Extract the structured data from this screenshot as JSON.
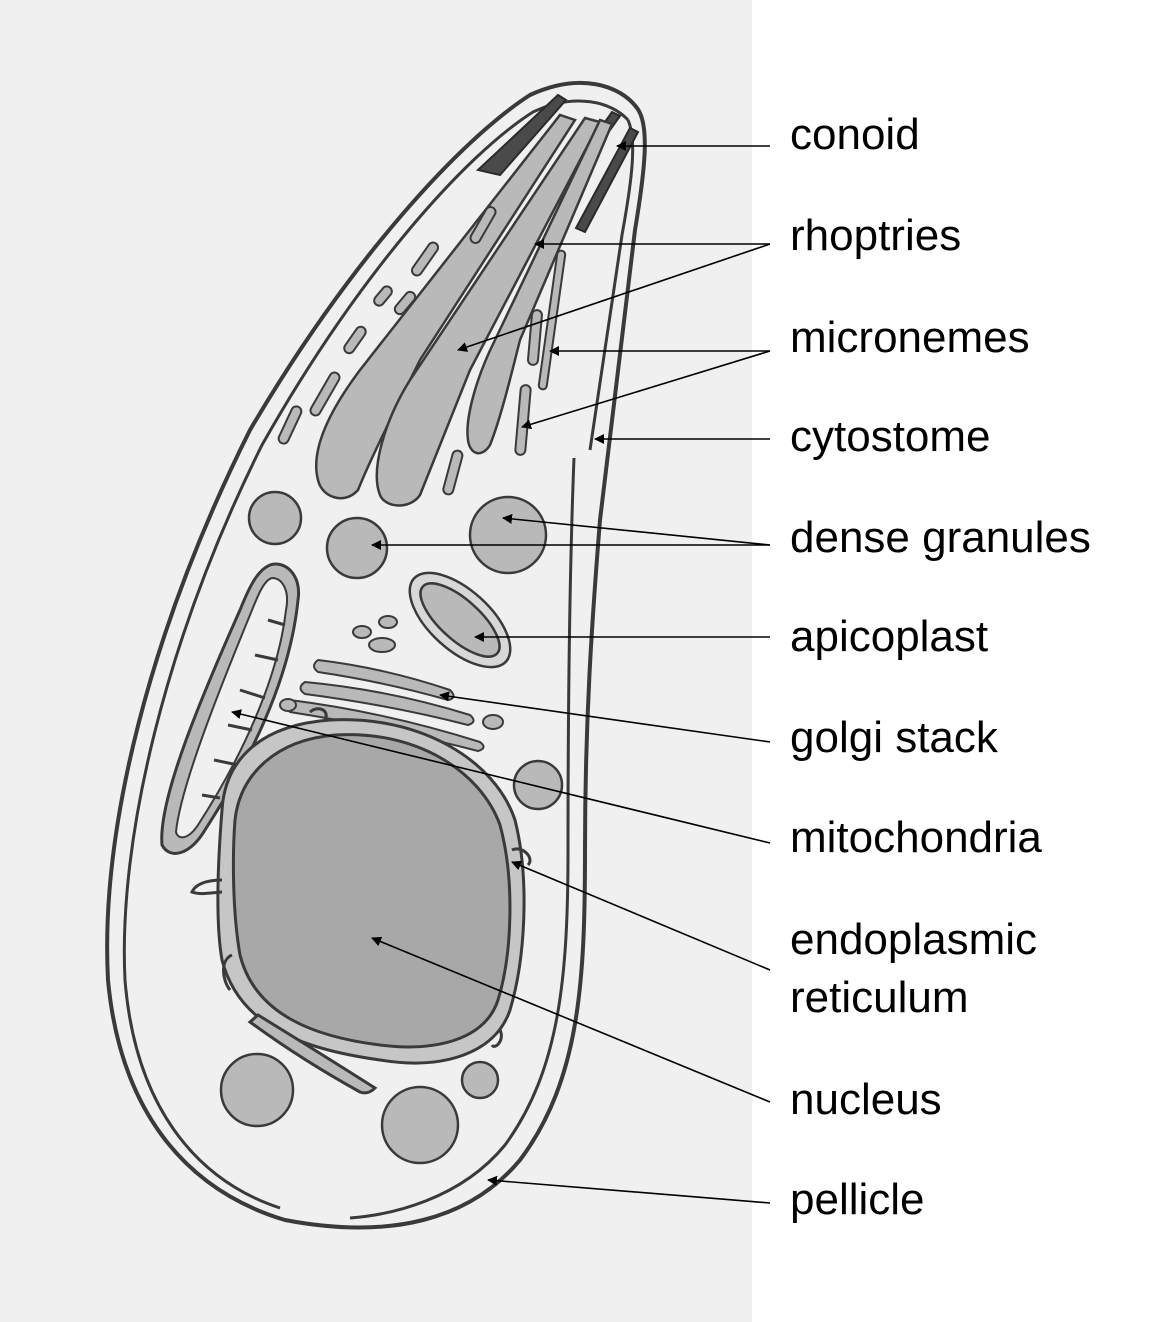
{
  "colors": {
    "panel_background": "#f0f0f0",
    "page_background": "#ffffff",
    "outline": "#3a3a3a",
    "organelle_fill": "#b9b9b9",
    "dark_fill": "#4a4a4a",
    "nucleus_fill": "#a8a8a8",
    "label_text": "#000000"
  },
  "labels": {
    "conoid": "conoid",
    "rhoptries": "rhoptries",
    "micronemes": "micronemes",
    "cytostome": "cytostome",
    "dense_granules": "dense granules",
    "apicoplast": "apicoplast",
    "golgi_stack": "golgi stack",
    "mitochondria": "mitochondria",
    "er_line1": "endoplasmic",
    "er_line2": "reticulum",
    "nucleus": "nucleus",
    "pellicle": "pellicle"
  }
}
